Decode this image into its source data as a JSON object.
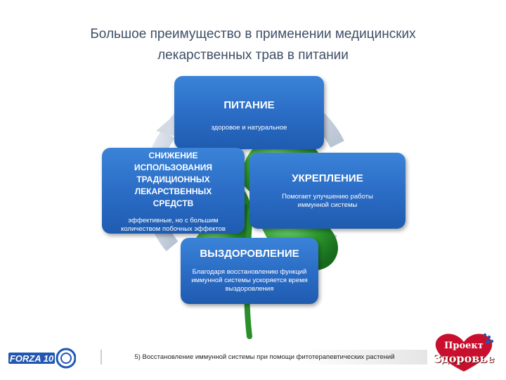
{
  "slide": {
    "title": "Большое преимущество в применении медицинских лекарственных трав в питании",
    "caption": "5) Восстановление иммунной системы при помощи фитотерапевтических растений"
  },
  "boxes": {
    "nutrition": {
      "heading": "ПИТАНИЕ",
      "sub": "здоровое и натуральное"
    },
    "strength": {
      "heading": "УКРЕПЛЕНИЕ",
      "sub": "Помогает улучшению работы иммунной системы"
    },
    "reduce": {
      "heading": "СНИЖЕНИЕ ИСПОЛЬЗОВАНИЯ ТРАДИЦИОННЫХ ЛЕКАРСТВЕННЫХ СРЕДСТВ",
      "sub": "эффективные, но с большим количеством побочных эффектов"
    },
    "recovery": {
      "heading": "ВЫЗДОРОВЛЕНИЕ",
      "sub": "Благодаря восстановлению функций иммунной системы ускоряется время выздоровления"
    }
  },
  "logos": {
    "forza": "FORZA 10",
    "project_line1": "Проект",
    "project_line2": "Здоровье"
  },
  "colors": {
    "box_blue": "#2a6bc4",
    "leaf_green": "#2e9a2e",
    "cycle_gray": "#c9d2de",
    "title_text": "#3f4f66",
    "heart_red": "#c8102e"
  }
}
